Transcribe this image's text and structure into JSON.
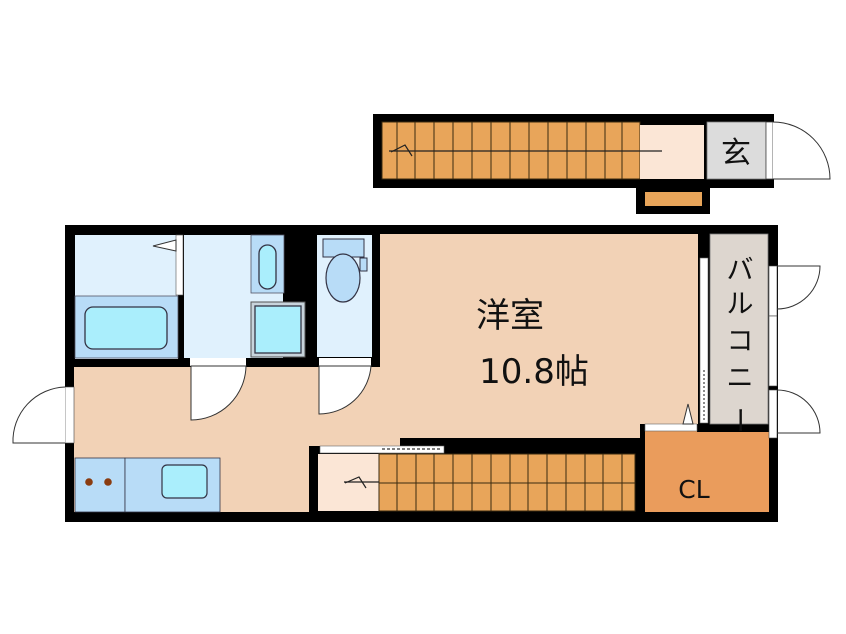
{
  "floor_plan": {
    "rooms": {
      "western_room": {
        "name": "洋室",
        "size": "10.8帖"
      },
      "entrance": {
        "name": "玄"
      },
      "balcony": {
        "name": "バルコニー",
        "chars": [
          "バ",
          "ル",
          "コ",
          "ニ",
          "ー"
        ]
      },
      "closet": {
        "name": "CL"
      }
    },
    "colors": {
      "wall": "#000000",
      "room_floor": "#f2d2b6",
      "stairs": "#e8a55a",
      "landing": "#fbe6d6",
      "entrance": "#dcdcdc",
      "balcony": "#ddd6cf",
      "closet": "#ea9c5c",
      "wet_area": "#e0f1fd",
      "fixture": "#b8dcf7",
      "fixture_water": "#aaeefc",
      "burner": "#8a3c10"
    }
  }
}
